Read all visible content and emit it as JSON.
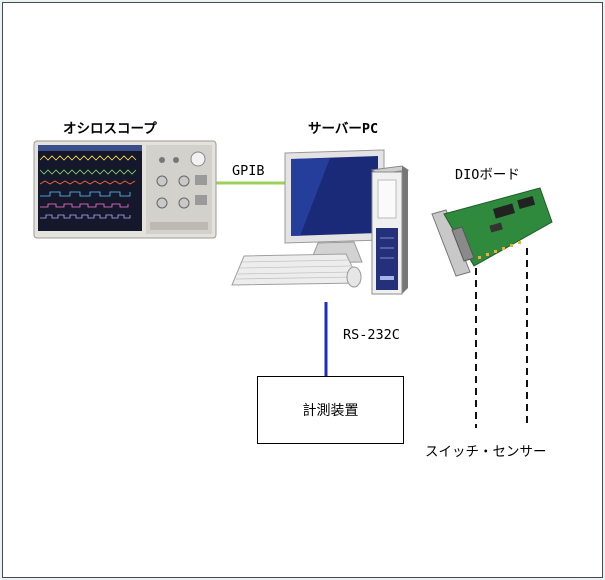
{
  "labels": {
    "oscilloscope": "オシロスコープ",
    "server_pc": "サーバーPC",
    "dio_board": "DIOボード",
    "gpib": "GPIB",
    "rs232c": "RS-232C",
    "measurement_device": "計測装置",
    "switch_sensor": "スイッチ・センサー"
  },
  "colors": {
    "gpib_line": "#9ad15a",
    "rs232c_line": "#1f2fb8",
    "dashed_line": "#111111",
    "border": "#4a4a4a"
  },
  "icons": {
    "oscilloscope": "oscilloscope-image",
    "server": "desktop-pc-image",
    "dio": "pci-card-image"
  }
}
